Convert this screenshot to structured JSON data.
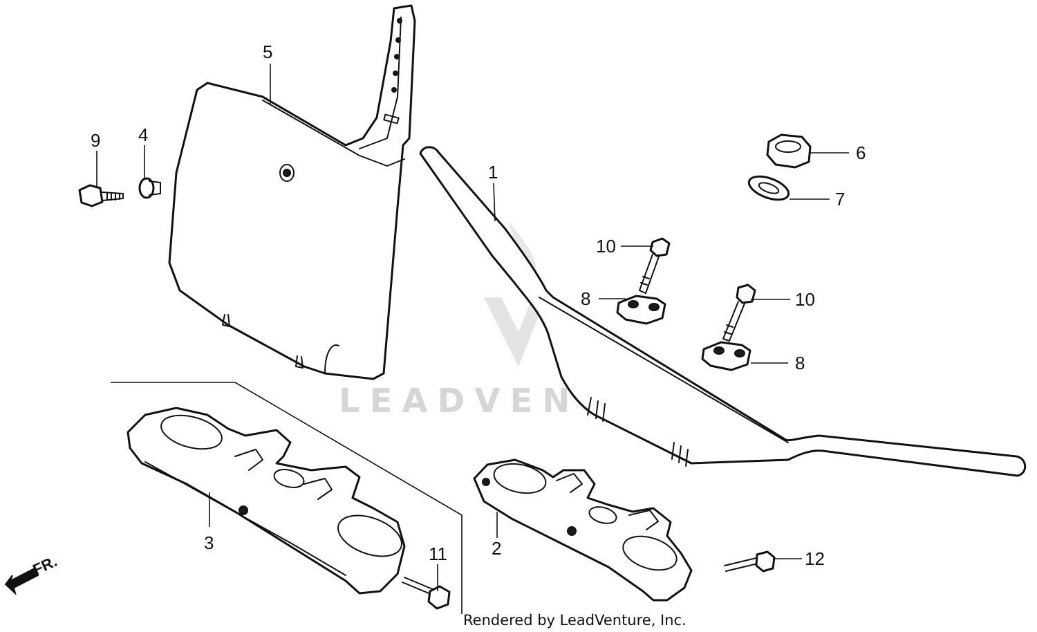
{
  "diagram": {
    "callouts": [
      {
        "id": "c1",
        "label": "1"
      },
      {
        "id": "c2",
        "label": "2"
      },
      {
        "id": "c3",
        "label": "3"
      },
      {
        "id": "c4",
        "label": "4"
      },
      {
        "id": "c5",
        "label": "5"
      },
      {
        "id": "c6",
        "label": "6"
      },
      {
        "id": "c7",
        "label": "7"
      },
      {
        "id": "c8a",
        "label": "8"
      },
      {
        "id": "c8b",
        "label": "8"
      },
      {
        "id": "c9",
        "label": "9"
      },
      {
        "id": "c10a",
        "label": "10"
      },
      {
        "id": "c10b",
        "label": "10"
      },
      {
        "id": "c11",
        "label": "11"
      },
      {
        "id": "c12",
        "label": "12"
      }
    ],
    "direction_label": "FR.",
    "watermark": "LEADVENTURE",
    "credit": "Rendered by LeadVenture, Inc."
  },
  "colors": {
    "line": "#111111",
    "watermark": "#d6d6d6",
    "background": "#ffffff"
  }
}
